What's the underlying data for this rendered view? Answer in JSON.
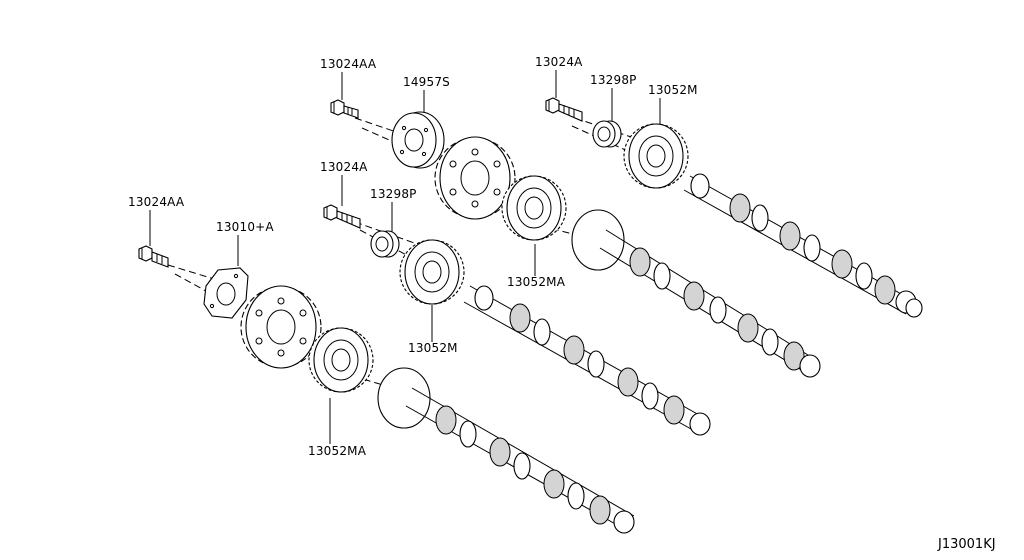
{
  "labels": {
    "p1": "13024AA",
    "p2": "14957S",
    "p3": "13024A",
    "p4": "13298P",
    "p5": "13052M",
    "p6": "13024A",
    "p7": "13298P",
    "p8": "13024AA",
    "p9": "13010+A",
    "p10": "13052MA",
    "p11": "13052M",
    "p12": "13052MA"
  },
  "diagram_ref": "J13001KJ",
  "colors": {
    "line": "#000000",
    "fill": "#ffffff",
    "shade": "#d4d4d4"
  }
}
